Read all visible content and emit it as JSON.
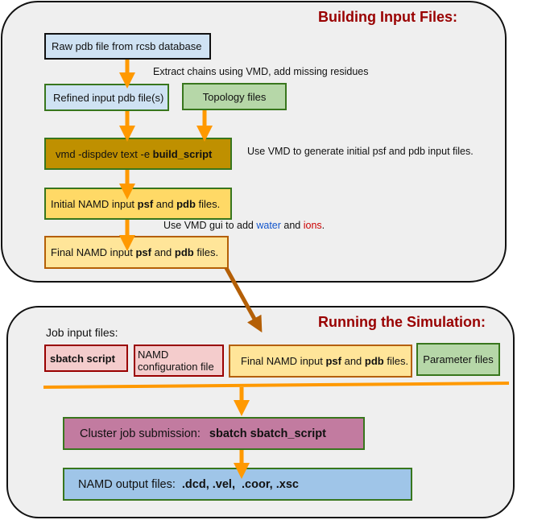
{
  "sections": {
    "build": {
      "title": "Building Input Files:",
      "boxes": {
        "raw_pdb": "Raw pdb file from rcsb database",
        "refined_pdb": "Refined input pdb file(s)",
        "topology": "Topology files",
        "vmd_cmd_prefix": "vmd -dispdev text -e ",
        "vmd_cmd_script": "build_script",
        "initial_prefix": "Initial NAMD input ",
        "initial_psf": "psf",
        "initial_and": " and ",
        "initial_pdb": "pdb",
        "initial_suffix": " files.",
        "final_prefix": "Final NAMD input ",
        "final_psf": "psf",
        "final_and": " and ",
        "final_pdb": "pdb",
        "final_suffix": " files."
      },
      "notes": {
        "extract": "Extract chains using VMD, add missing residues",
        "generate": "Use VMD to generate initial psf and pdb input files.",
        "gui_prefix": "Use VMD gui to add ",
        "gui_water": "water",
        "gui_and": " and ",
        "gui_ions": "ions",
        "gui_suffix": "."
      }
    },
    "run": {
      "title": "Running the Simulation:",
      "job_inputs_label": "Job input files:",
      "inputs": {
        "sbatch_script": "sbatch script",
        "namd_config_line1": "NAMD",
        "namd_config_line2": "configuration file",
        "final_prefix": "Final NAMD input ",
        "final_psf": "psf",
        "final_and": " and ",
        "final_pdb": "pdb",
        "final_suffix": " files.",
        "parameter_files": "Parameter files"
      },
      "submission_prefix": "Cluster job submission:",
      "submission_cmd": "sbatch sbatch_script",
      "output_prefix": "NAMD output files:",
      "output_exts": ".dcd, .vel,  .coor, .xsc"
    }
  },
  "colors": {
    "title_red": "#990000",
    "arrow_orange": "#ff9900",
    "arrow_brown": "#b45f06",
    "blue_fill": "#cfe2f3",
    "green_fill": "#b6d7a8",
    "green_border": "#38761d",
    "olive_fill": "#bf9000",
    "yellow_fill": "#ffd966",
    "light_yellow_fill": "#ffe599",
    "pink_fill": "#f4cccc",
    "red_border": "#990000",
    "purple_fill": "#c27ba0",
    "output_blue_fill": "#9fc5e8",
    "water_blue": "#1155cc",
    "ions_red": "#cc0000"
  }
}
